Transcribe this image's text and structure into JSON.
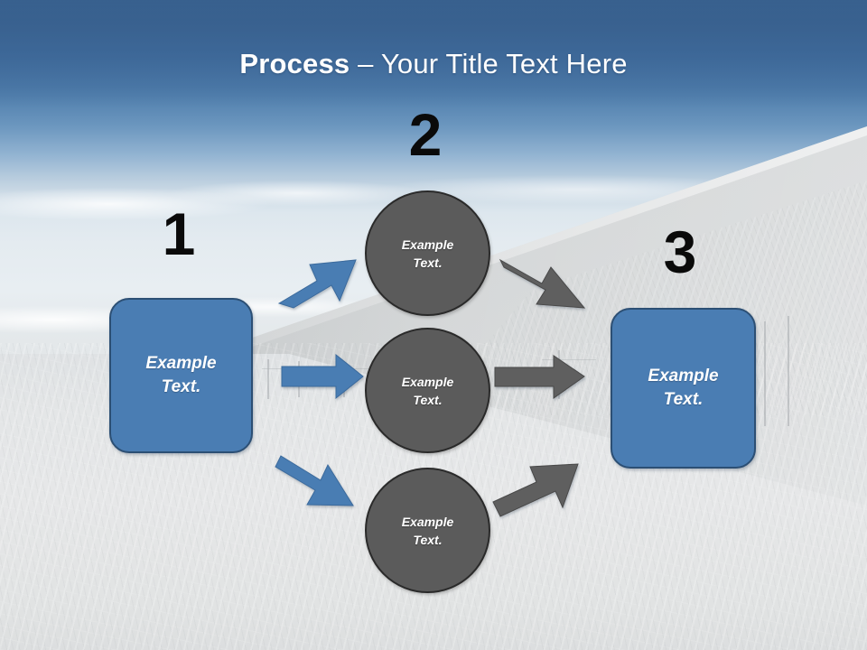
{
  "slide": {
    "title_strong": "Process",
    "title_rest": " – Your Title Text Here",
    "background_description": "snowy slope under blue sky"
  },
  "colors": {
    "title_text": "#ffffff",
    "sky_top": "#3f6b9c",
    "sky_bottom": "#e8eef2",
    "box_fill": "#4a7db3",
    "box_border": "#2c4f74",
    "circle_fill": "#5b5b5b",
    "circle_border": "#2a2a2a",
    "arrow_blue": "#4a7db3",
    "arrow_gray": "#5e5e5e",
    "number_text": "#0a0a0a",
    "snow": "#e2e5e6"
  },
  "steps": [
    {
      "number": "1",
      "label": "Example\nText."
    },
    {
      "number": "2",
      "label": "Example\nText."
    },
    {
      "number": "3",
      "label": "Example\nText."
    }
  ],
  "branches": [
    {
      "label": "Example\nText."
    },
    {
      "label": "Example\nText."
    },
    {
      "label": "Example\nText."
    }
  ],
  "arrows": {
    "blue_up": "arrow-blue-up",
    "blue_right": "arrow-blue-right",
    "blue_down": "arrow-blue-down",
    "gray_down": "arrow-gray-down",
    "gray_right": "arrow-gray-right",
    "gray_up": "arrow-gray-up"
  }
}
